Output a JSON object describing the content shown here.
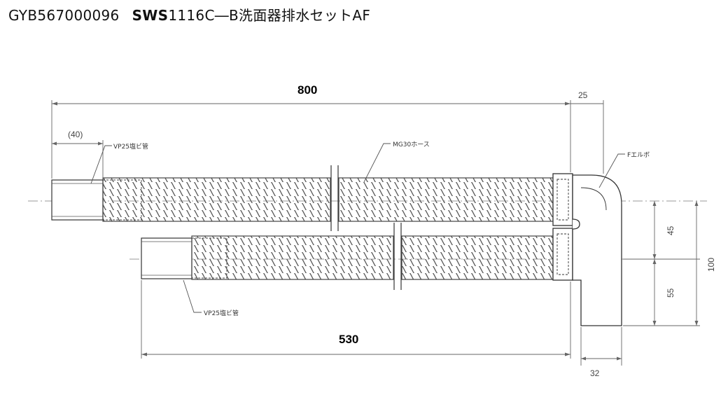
{
  "header": {
    "code": "GYB567000096",
    "model_bold": "SWS",
    "model_rest": "1116C―B洗面器排水セットAF"
  },
  "dimensions": {
    "overall_length": "800",
    "lower_length": "530",
    "top_offset": "(40)",
    "elbow_width": "25",
    "upper_gap": "45",
    "lower_gap": "55",
    "total_height": "100",
    "base_width": "32"
  },
  "callouts": {
    "vp_upper": "VP25塩ビ管",
    "hose": "MG30ホース",
    "elbow": "Fエルボ",
    "vp_lower": "VP25塩ビ管"
  }
}
